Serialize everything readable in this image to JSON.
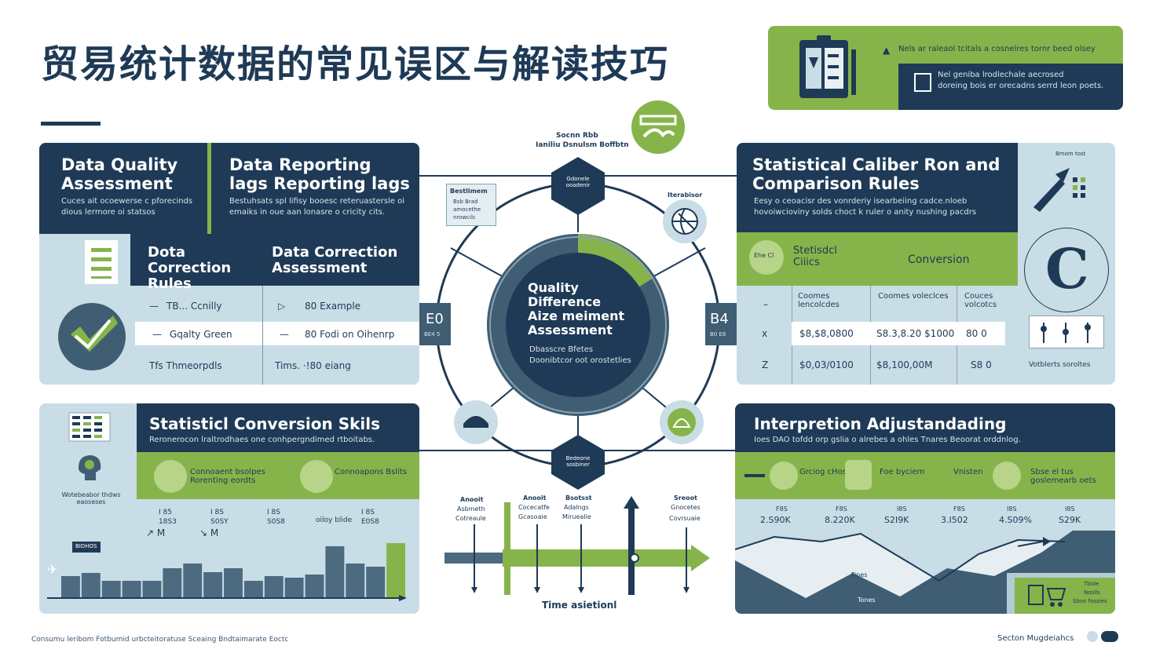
{
  "page": {
    "title": "贸易统计数据的常见误区与解读技巧",
    "footer_left": "Consumu leribom Fotbumid urbcteitoratuse Sceaing Bndtaimarate Eoctc",
    "footer_right": "Secton Mugdeiahcs"
  },
  "top_right_card": {
    "line1": "Nels ar raleaol tcitals a cosnelres tornr beed olsey",
    "line2a": "Nel geniba lrodlechale aecrosed",
    "line2b": "doreing bois er orecadns serrd leon poets."
  },
  "hub": {
    "top_label_1": "Socnn Rbb",
    "top_label_2": "Ianiliu Dsnulsm Boffbtn",
    "center_title": "Quality Difference Aize meiment Assessment",
    "center_sub_1": "Dbasscre Bfetes",
    "center_sub_2": "Doonibtcor oot orostetlies",
    "left_value": "E0",
    "left_value_sub": "BE4 5",
    "right_value": "B4",
    "right_value_sub": "B0 E8",
    "top_node": "Gdonele ooadenir",
    "bottom_node": "Bedeone sosbiner",
    "upper_left_card_title": "Bestlimem",
    "upper_left_card_lines": [
      "Bsb Brad",
      "amocethe",
      "nrowcilc"
    ],
    "upper_right_label": "Iterabisor",
    "timeline_label": "Time asietionl",
    "timeline_cols": [
      {
        "title": "Anooit",
        "lines": [
          "Asbmeth",
          "Cotreaule"
        ]
      },
      {
        "title": "Anooit",
        "lines": [
          "Cocecatfe",
          "Gcasoaie"
        ]
      },
      {
        "title": "Bsotsst",
        "lines": [
          "Adalngs",
          "Miruealie"
        ]
      },
      {
        "title": "Sreoot",
        "lines": [
          "Gnocetes",
          "Covrsuaie"
        ]
      }
    ]
  },
  "panel_tl": {
    "col1_title": "Data Quality Assessment",
    "col1_text": "Cuces ait ocoewerse c pforecinds dious lermore oi statsos",
    "col2_title": "Data Reporting lags Reporting lags",
    "col2_text": "Bestuhsats spl lifisy booesc reteruastersle oi emaiks in oue aan lonasre o cricity cits.",
    "sub1_title": "Dota Correction Rules",
    "sub2_title": "Data Correction Assessment",
    "rows": [
      {
        "a_mark": "—",
        "a": "TB... Ccnilly",
        "b_mark": "▷",
        "b": "80 Example"
      },
      {
        "a_mark": "—",
        "a": "Gqalty Green",
        "b_mark": "—",
        "b": "80 Fodi on Oihenrp"
      },
      {
        "a_mark": "",
        "a": "Tfs Thmeorpdls",
        "b_mark": "",
        "b": "Tims. ·!80 eiang"
      }
    ]
  },
  "panel_tr": {
    "title": "Statistical Caliber Ron and Comparison Rules",
    "text": "Eesy o ceoacisr des vonrderiy isearbeiing cadce.nloeb hovoiwcioviny solds choct k ruler o anity nushing pacdrs",
    "chip": "Ehe Cl",
    "green_label_1": "Stetisdcl Ciiics",
    "green_label_2": "Conversion",
    "headers": [
      "Coomes lencolcdes",
      "Coomes voleclces",
      "Couces volcotcs"
    ],
    "rows": [
      {
        "mark": "–",
        "c1": "",
        "c2": "",
        "c3": ""
      },
      {
        "mark": "x",
        "c1": "$8,$8,0800",
        "c2": "S8.3,8.20 $1000",
        "c3": "80 0"
      },
      {
        "mark": "Z",
        "c1": "$0,03/0100",
        "c2": "$8,100,00M",
        "c3": "S8 0"
      }
    ],
    "side_icon_top": "Bmom tost",
    "side_letter": "C",
    "side_caption": "Votblerts soroltes"
  },
  "panel_bl": {
    "title": "Statisticl Conversion Skils",
    "sub": "Reronerocon lraltrodhaes one conhpergndimed rtboitabs.",
    "chip1": "Connoaent bsolpes Rorenting eordts",
    "chip2": "Connoapons Bslits",
    "side_caption": "Wotebeabor thdws eaoseses",
    "badge": "BIDHOS",
    "col1": [
      "I 85",
      "18S3"
    ],
    "col2": [
      "I 8S",
      "S0SY"
    ],
    "col3": [
      "I 8S",
      "S0S8"
    ],
    "col4": [
      "I 8S",
      "E0S8"
    ],
    "col3_label": "oiloy blide",
    "mark1": "↗ M",
    "mark2": "↘ M"
  },
  "panel_br": {
    "title": "Interpretion Adjustandading",
    "sub": "Ioes DAO tofdd orp gslia o alrebes a ohles Tnares Beoorat orddnlog.",
    "items": [
      "Grciog cHos",
      "Foe byciem",
      "Vnisten",
      "Sbse el tus goslemearb oets"
    ],
    "values": [
      {
        "top": "F8S",
        "val": "2.S90K"
      },
      {
        "top": "F8S",
        "val": "8.220K"
      },
      {
        "top": "I8S",
        "val": "S2I9K"
      },
      {
        "top": "F8S",
        "val": "3.I502"
      },
      {
        "top": "I8S",
        "val": "4.S09%"
      },
      {
        "top": "I8S",
        "val": "S29K"
      }
    ],
    "chart_lbl_1": "Fines",
    "chart_lbl_2": "Tones",
    "corner_lines": [
      "Tbide",
      "Noslls",
      "Sboo fossies"
    ]
  },
  "colors": {
    "navy": "#1e3a56",
    "green": "#86b44a",
    "pale": "#c9dde6",
    "slate": "#4c6a80"
  },
  "chart_data": {
    "type": "bar",
    "categories": [
      "1",
      "2",
      "3",
      "4",
      "5",
      "6",
      "7",
      "8",
      "9",
      "10",
      "11",
      "12",
      "13",
      "14",
      "15",
      "16",
      "17"
    ],
    "values": [
      28,
      32,
      22,
      22,
      22,
      38,
      44,
      33,
      38,
      22,
      28,
      26,
      30,
      66,
      44,
      40,
      70
    ],
    "highlight_index": 16,
    "ylim": [
      0,
      80
    ]
  }
}
